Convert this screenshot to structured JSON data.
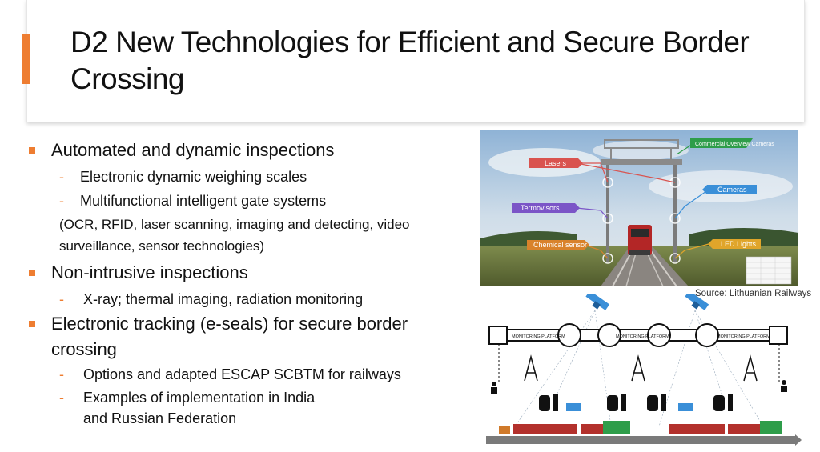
{
  "slide": {
    "title": "D2 New Technologies for Efficient and Secure Border Crossing",
    "accent_color": "#ee7d31"
  },
  "bullets": [
    {
      "text": "Automated and dynamic inspections",
      "sub": [
        "Electronic dynamic weighing scales",
        "Multifunctional intelligent gate systems"
      ],
      "note": "(OCR, RFID, laser scanning,  imaging and detecting, video surveillance, sensor technologies)"
    },
    {
      "text": "Non-intrusive inspections",
      "sub": [
        "X-ray; thermal imaging, radiation monitoring"
      ]
    },
    {
      "text": "Electronic tracking (e-seals) for secure border crossing",
      "sub": [
        "Options and adapted ESCAP SCBTM for railways",
        "Examples of implementation in India and Russian Federation"
      ]
    }
  ],
  "photo": {
    "tags": [
      "Commercial Overview Cameras",
      "Lasers",
      "Cameras",
      "Termovisors",
      "Chemical sensor",
      "LED Lights"
    ],
    "tag_colors": {
      "lasers": "#d9534f",
      "cameras_overview": "#2e9d4a",
      "cameras": "#3a8fd8",
      "termovisors": "#7b55c7",
      "chemical": "#d9822b",
      "led": "#e0a52a"
    }
  },
  "source": "Source: Lithuanian Railways",
  "diagram": {
    "platform_label": "MONITORING PLATFORM"
  }
}
